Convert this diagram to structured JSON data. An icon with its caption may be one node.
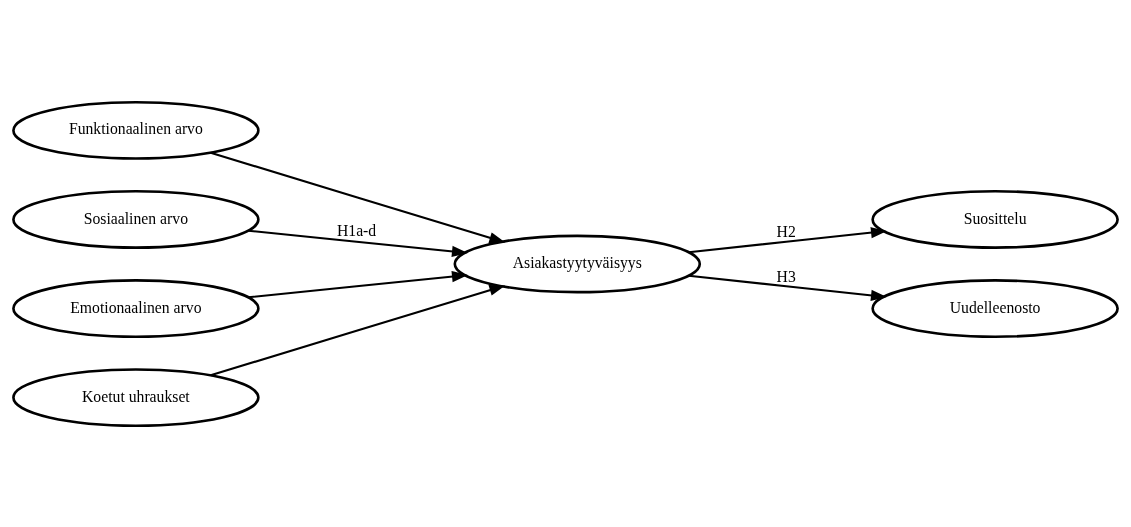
{
  "diagram": {
    "nodes": [
      {
        "text": [
          "Funktionaalinen arvo"
        ]
      },
      {
        "text": [
          "Sosiaalinen arvo"
        ]
      },
      {
        "text": [
          "Emotionaalinen arvo"
        ]
      },
      {
        "text": [
          "Koetut uhraukset"
        ]
      },
      {
        "text": [
          "Asiakastyytyväisyys"
        ]
      },
      {
        "text": [
          "Suosittelu"
        ]
      },
      {
        "text": [
          "Uudelleenosto"
        ]
      }
    ],
    "edges": [
      {
        "from": 0,
        "to": 4,
        "arrow": "to"
      },
      {
        "from": 1,
        "to": 4,
        "arrow": "to",
        "label": "H1a-d"
      },
      {
        "from": 2,
        "to": 4,
        "arrow": "to"
      },
      {
        "from": 3,
        "to": 4,
        "arrow": "to"
      },
      {
        "from": 4,
        "to": 5,
        "arrow": "to",
        "label": "H2"
      },
      {
        "from": 4,
        "to": 6,
        "arrow": "to",
        "label": "H3"
      }
    ]
  }
}
